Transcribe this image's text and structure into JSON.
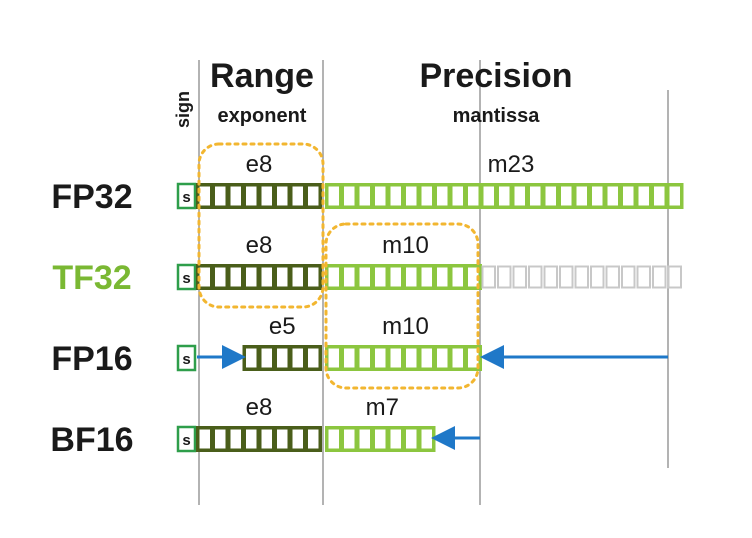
{
  "headers": {
    "sign": "sign",
    "range": "Range",
    "exponent": "exponent",
    "precision": "Precision",
    "mantissa": "mantissa"
  },
  "colors": {
    "exp_fill": "#4a5e1a",
    "man_fill": "#8cc63f",
    "empty_stroke": "#c8c8c8",
    "dotted": "#f2b630",
    "arrow": "#1f78c8",
    "guide": "#9a9a9a",
    "text": "#1a1a1a",
    "tf32": "#7ab833"
  },
  "formats": [
    {
      "name": "FP32",
      "name_color": "#1a1a1a",
      "sign": "s",
      "exp_label": "e8",
      "exp_bits": 8,
      "man_label": "m23",
      "man_bits": 23,
      "empty_bits": 0
    },
    {
      "name": "TF32",
      "name_color": "#7ab833",
      "sign": "s",
      "exp_label": "e8",
      "exp_bits": 8,
      "man_label": "m10",
      "man_bits": 10,
      "empty_bits": 13
    },
    {
      "name": "FP16",
      "name_color": "#1a1a1a",
      "sign": "s",
      "exp_label": "e5",
      "exp_bits": 5,
      "man_label": "m10",
      "man_bits": 10,
      "empty_bits": 0
    },
    {
      "name": "BF16",
      "name_color": "#1a1a1a",
      "sign": "s",
      "exp_label": "e8",
      "exp_bits": 8,
      "man_label": "m7",
      "man_bits": 7,
      "empty_bits": 0
    }
  ]
}
